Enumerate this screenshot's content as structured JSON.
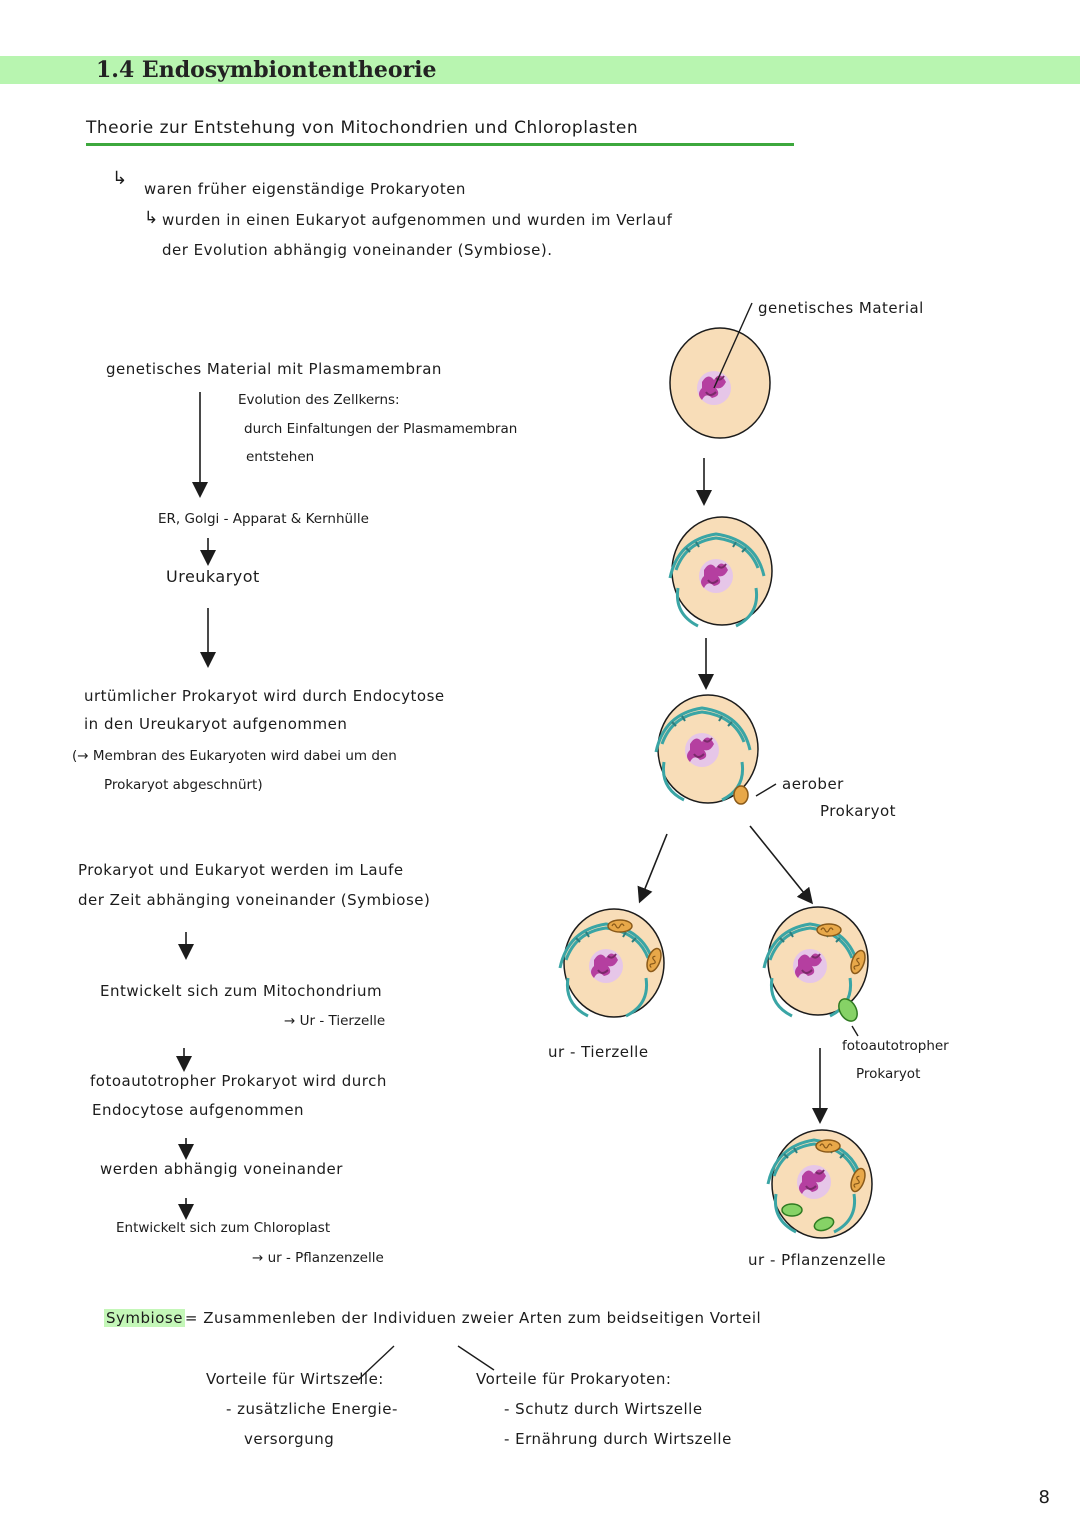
{
  "header": {
    "title": "1.4 Endosymbiontentheorie"
  },
  "subtitle": "Theorie zur Entstehung von Mitochondrien und Chloroplasten",
  "intro": {
    "line1": "waren früher eigenständige Prokaryoten",
    "line2": "wurden in einen Eukaryot aufgenommen und wurden im Verlauf",
    "line3": "der Evolution abhängig voneinander (Symbiose)."
  },
  "left": {
    "genetic_material": "genetisches Material mit Plasmamembran",
    "evolution_line1": "Evolution des Zellkerns:",
    "evolution_line2": "durch Einfaltungen der Plasmamembran",
    "evolution_line3": "entstehen",
    "organelles": "ER, Golgi - Apparat & Kernhülle",
    "ureukaryot": "Ureukaryot",
    "endo_line1": "urtümlicher Prokaryot wird durch Endocytose",
    "endo_line2": "in den Ureukaryot aufgenommen",
    "endo_line3": "(→ Membran des Eukaryoten wird dabei um den",
    "endo_line4": "Prokaryot abgeschnürt)",
    "symb_line1": "Prokaryot und Eukaryot werden im Laufe",
    "symb_line2": "der Zeit abhänging voneinander (Symbiose)",
    "mito_line1": "Entwickelt sich zum Mitochondrium",
    "mito_line2": "→ Ur - Tierzelle",
    "foto_line1": "fotoautotropher Prokaryot wird durch",
    "foto_line2": "Endocytose aufgenommen",
    "abhaengig": "werden abhängig voneinander",
    "chloro_line1": "Entwickelt sich zum Chloroplast",
    "chloro_line2": "→ ur - Pflanzenzelle"
  },
  "diagram": {
    "label_genetic": "genetisches Material",
    "label_aerob1": "aerober",
    "label_aerob2": "Prokaryot",
    "label_tierzelle": "ur - Tierzelle",
    "label_foto1": "fotoautotropher",
    "label_foto2": "Prokaryot",
    "label_pflanzenzelle": "ur - Pflanzenzelle"
  },
  "definition": {
    "term": "Symbiose",
    "text": "= Zusammenleben der Individuen zweier Arten zum beidseitigen Vorteil"
  },
  "advantages": {
    "host_title": "Vorteile für Wirtszelle:",
    "host_item1": "- zusätzliche Energie-",
    "host_item2": "versorgung",
    "pro_title": "Vorteile für Prokaryoten:",
    "pro_item1": "- Schutz durch Wirtszelle",
    "pro_item2": "- Ernährung durch Wirtszelle"
  },
  "page_number": "8",
  "colors": {
    "header_bar": "#b8f5b0",
    "cell_fill": "#f8ddb8",
    "nucleus": "#c04fb0",
    "er": "#3aa5a5",
    "chloroplast": "#86d266"
  }
}
